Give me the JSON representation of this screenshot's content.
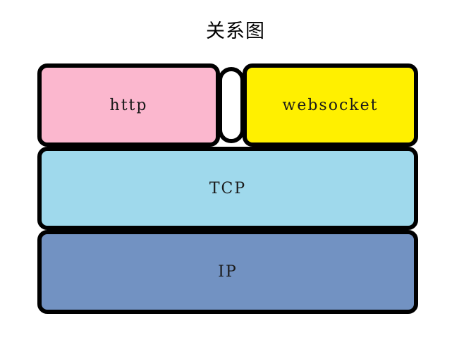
{
  "diagram": {
    "title": "关系图",
    "type": "protocol-layer-stack",
    "layers": [
      {
        "id": "http",
        "label": "http",
        "color": "#FBB7CE",
        "row": 1,
        "position": "left"
      },
      {
        "id": "websocket",
        "label": "websocket",
        "color": "#FFF000",
        "row": 1,
        "position": "right"
      },
      {
        "id": "separator",
        "label": "",
        "color": "#FFFFFF",
        "row": 1,
        "position": "middle"
      },
      {
        "id": "tcp",
        "label": "TCP",
        "color": "#9FD9EC",
        "row": 2,
        "position": "full"
      },
      {
        "id": "ip",
        "label": "IP",
        "color": "#7292C2",
        "row": 3,
        "position": "full"
      }
    ],
    "colors": {
      "border": "#000000",
      "background": "#FFFFFF",
      "text": "#1A1A1A",
      "http_fill": "#FBB7CE",
      "websocket_fill": "#FFF000",
      "separator_fill": "#FFFFFF",
      "tcp_fill": "#9FD9EC",
      "ip_fill": "#7292C2"
    }
  }
}
